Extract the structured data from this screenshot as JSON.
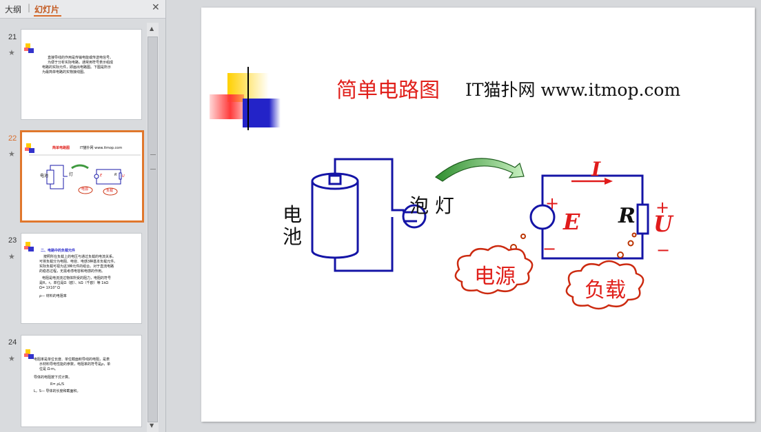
{
  "tabs": {
    "outline": "大纲",
    "separator": "|",
    "slides": "幻灯片",
    "close": "✕"
  },
  "thumbnails": [
    {
      "number": "21",
      "star": "★",
      "lines": [
        "直接导线的作用是传输电能或传送电信号。",
        "为便于分析实际电路，通常用符号表示组成",
        "电路的实际元件，即画出电路图。下图是所示",
        "为最简单电路的实物接线图。"
      ]
    },
    {
      "number": "22",
      "star": "★",
      "title_red": "简单电路图",
      "title_black": "IT猫扑网 www.itmop.com",
      "labels": {
        "battery": "电池",
        "lamp": "灯",
        "source": "电源",
        "load": "负载",
        "E": "E",
        "R": "R",
        "U": "U"
      }
    },
    {
      "number": "23",
      "star": "★",
      "heading": "二、电路中的负载元件",
      "lines": [
        "按照所在负载上的电压与通过负载的电流关系。",
        "可将负载分为电阻、电容、电感3种基本负载元件。",
        "实际负载可视为这3种元件的组合。对于直流电路",
        "的稳态过程，无需考虑电容和电感的作用。",
        "电阻是电流流过物体所受的阻力，电阻的符号",
        "是R，r，单位是Ω（欧）、kΩ（千欧）等 1kΩ",
        "Ω= 1X10³ Ω",
        "ρ— 材料的电阻率"
      ]
    },
    {
      "number": "24",
      "star": "★",
      "lines": [
        "电阻率是单位长度、单位截面积导线的电阻，是表",
        "示材料导电性能的参数，电阻率的符号是ρ，单",
        "位是 Ω·m。",
        "导体的电阻按下式计算。",
        "R= ρL/S",
        "L，S— 导体的长度和截面积。"
      ]
    }
  ],
  "slide": {
    "title_red": "简单电路图",
    "title_black": "IT猫扑网 www.itmop.com",
    "battery_label_1": "电",
    "battery_label_2": "池",
    "lamp_label": "泡 灯",
    "current_label": "I",
    "emf_label": "E",
    "resistor_label": "R",
    "voltage_label": "U",
    "plus_left": "+",
    "minus_left": "−",
    "plus_right": "+",
    "minus_right": "−",
    "source_cloud": "电源",
    "load_cloud": "负载"
  }
}
